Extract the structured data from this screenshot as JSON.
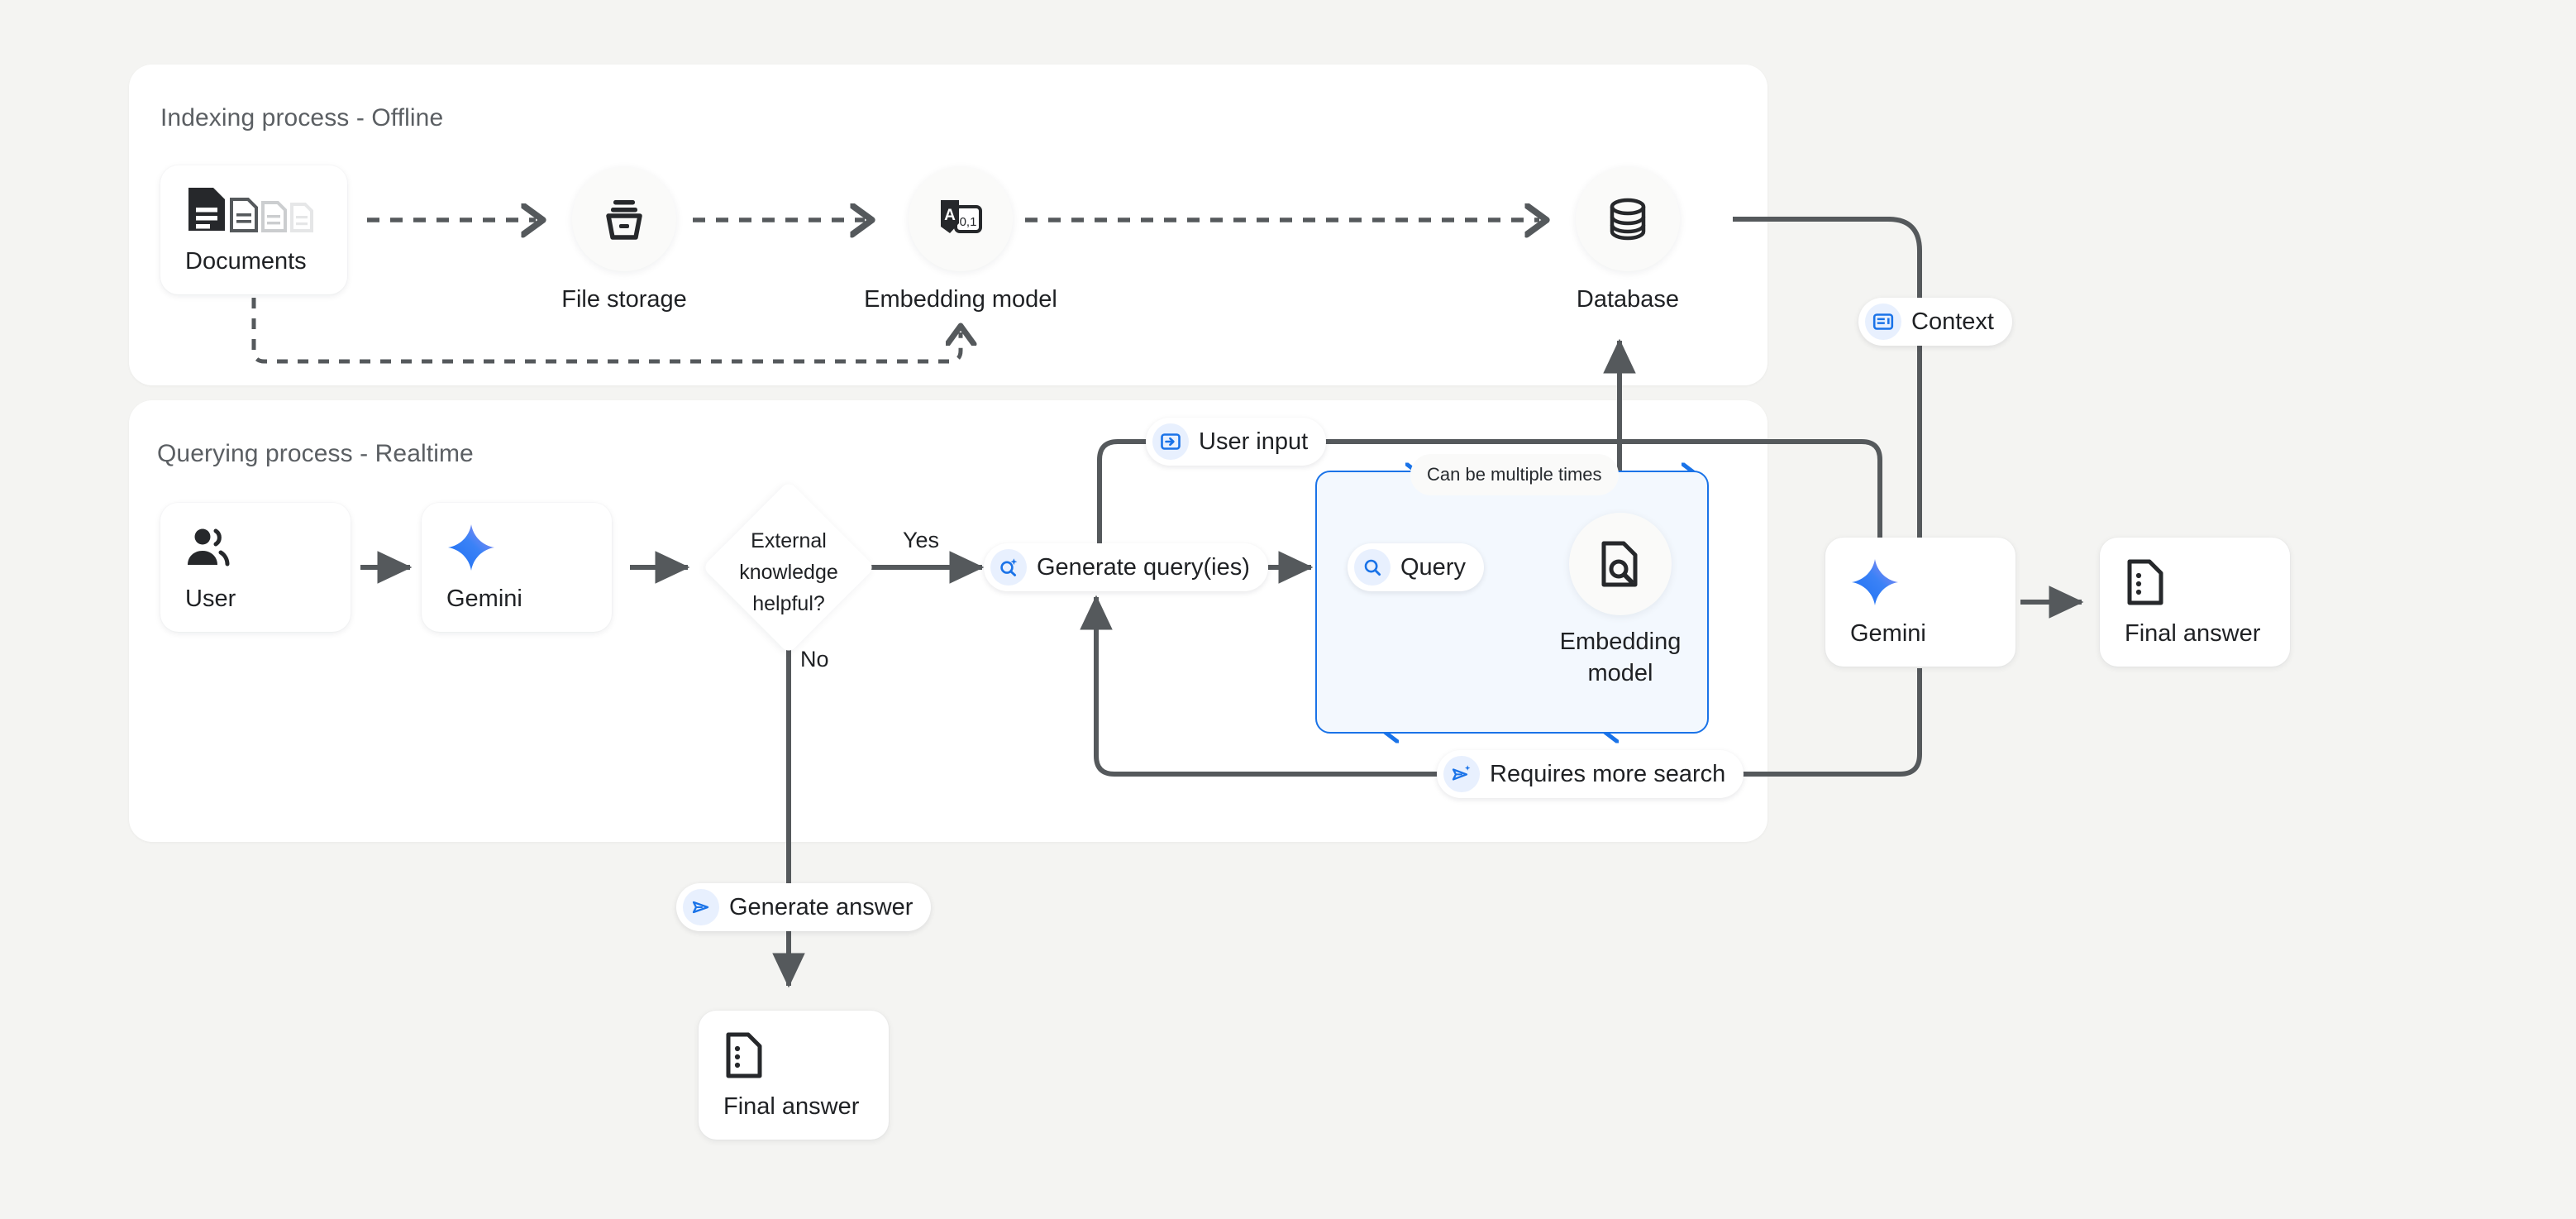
{
  "page": {
    "background": "#f4f4f2",
    "accent_blue": "#1a73e8",
    "line_color": "#55595c"
  },
  "panels": [
    {
      "id": "indexing",
      "title": "Indexing process - Offline"
    },
    {
      "id": "querying",
      "title": "Querying process - Realtime"
    }
  ],
  "indexing": {
    "title": "Indexing process - Offline",
    "nodes": [
      {
        "id": "documents",
        "label": "Documents",
        "icon": "documents-stack-icon",
        "shape": "card"
      },
      {
        "id": "file-storage",
        "label": "File storage",
        "icon": "file-storage-icon",
        "shape": "circle"
      },
      {
        "id": "embedding-model",
        "label": "Embedding model",
        "icon": "embedding-model-icon",
        "shape": "circle"
      },
      {
        "id": "database",
        "label": "Database",
        "icon": "database-icon",
        "shape": "circle"
      }
    ]
  },
  "querying": {
    "title": "Querying process - Realtime",
    "nodes": [
      {
        "id": "user",
        "label": "User",
        "icon": "user-group-icon",
        "shape": "card"
      },
      {
        "id": "gemini",
        "label": "Gemini",
        "icon": "gemini-sparkle-icon",
        "shape": "card"
      },
      {
        "id": "embedding-model2",
        "label": "Embedding\nmodel",
        "icon": "document-search-icon",
        "shape": "circle"
      },
      {
        "id": "gemini-2",
        "label": "Gemini",
        "icon": "gemini-sparkle-icon",
        "shape": "card"
      },
      {
        "id": "final-answer",
        "label": "Final answer",
        "icon": "final-answer-doc-icon",
        "shape": "card"
      },
      {
        "id": "final-answer-2",
        "label": "Final answer",
        "icon": "final-answer-doc-icon",
        "shape": "card"
      }
    ],
    "decision": {
      "id": "external-knowledge-decision",
      "text": "External\nknowledge\nhelpful?"
    },
    "branch_labels": {
      "yes": "Yes",
      "no": "No"
    },
    "chips": [
      {
        "id": "context",
        "label": "Context",
        "icon": "context-panel-icon"
      },
      {
        "id": "user-input",
        "label": "User input",
        "icon": "input-arrow-icon"
      },
      {
        "id": "generate-queries",
        "label": "Generate query(ies)",
        "icon": "search-sparkle-icon"
      },
      {
        "id": "query",
        "label": "Query",
        "icon": "search-icon"
      },
      {
        "id": "requires-more-search",
        "label": "Requires more search",
        "icon": "send-sparkle-icon"
      },
      {
        "id": "generate-answer",
        "label": "Generate answer",
        "icon": "send-icon"
      }
    ],
    "loop_note": "Can be multiple times"
  }
}
